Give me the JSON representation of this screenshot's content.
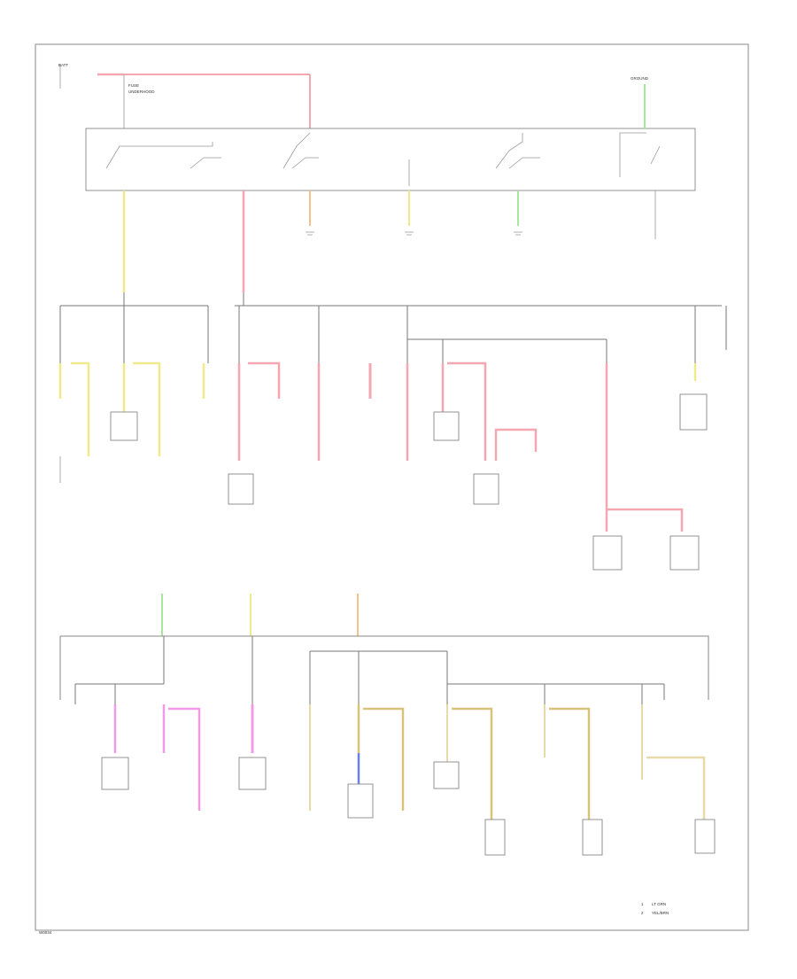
{
  "diagram": {
    "footer_code": "W0034",
    "legend": {
      "items": [
        "LT GRN",
        "YEL/BRN"
      ]
    },
    "colors": {
      "frame": "#8a8a8a",
      "wire_red": "#f4a7b0",
      "wire_yellow": "#f1ea8a",
      "wire_green": "#a8e6a0",
      "wire_orange": "#f5c08a",
      "wire_pink": "#f09ae8",
      "wire_tan": "#e8d9a8",
      "wire_gold": "#d9c27a",
      "wire_blue": "#6a7fe0"
    }
  }
}
